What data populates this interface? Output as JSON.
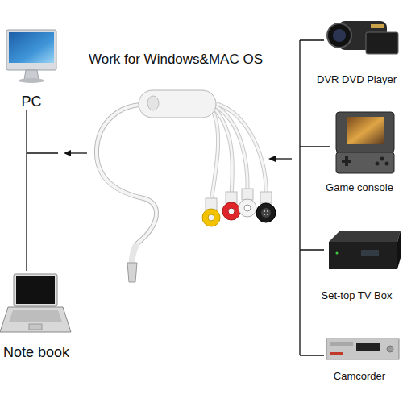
{
  "diagram": {
    "title": "Work for Windows&MAC OS",
    "labels": [
      "PC",
      "Note book",
      "DVR DVD Player",
      "Game console",
      "Set-top TV Box",
      "Camcorder"
    ]
  }
}
